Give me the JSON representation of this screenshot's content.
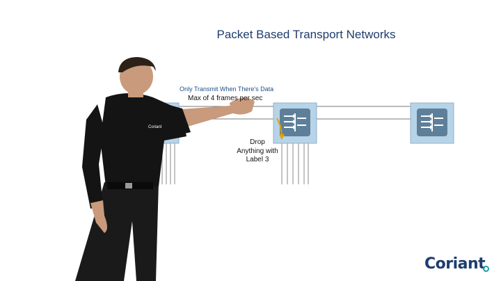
{
  "slide": {
    "title": "Packet Based Transport Networks",
    "note_blue": "Only Transmit When There's Data",
    "note_black": "Max of 4 frames per sec",
    "drop_label_lines": [
      "Drop",
      "Anything with",
      "Label 3"
    ]
  },
  "brand": {
    "name": "Coriant",
    "shirt_logo": "Coriant"
  },
  "colors": {
    "title": "#1e3c6e",
    "note_blue": "#1f4f8a",
    "node_fill": "#b7d3e8",
    "node_inner": "#5e7f99",
    "arrow": "#e0a400",
    "brand_accent": "#18a0a8"
  },
  "icons": {
    "node": "router-switch-icon",
    "arrow": "curved-down-arrow-icon"
  }
}
